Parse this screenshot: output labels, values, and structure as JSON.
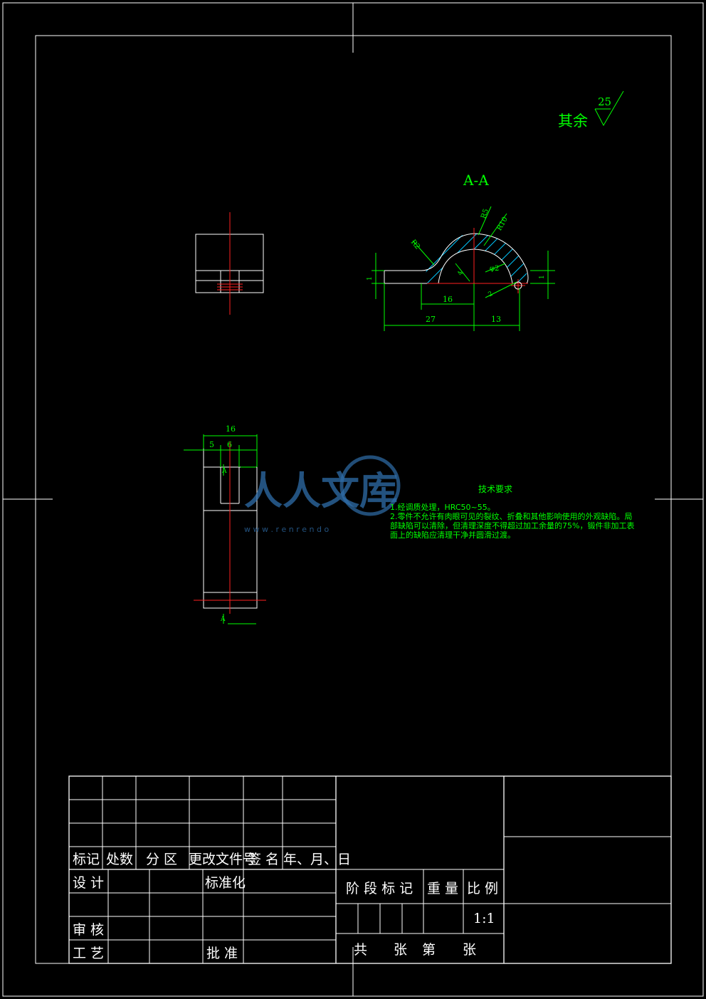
{
  "roughness": {
    "label": "其余",
    "value": "25"
  },
  "section_title": "A-A",
  "dimensions": {
    "d16_top": "16",
    "d27": "27",
    "d13": "13",
    "r5": "R5",
    "r10": "R10",
    "r2": "R2",
    "phi2": "φ2",
    "d4": "4",
    "d2": "2",
    "d1": "1",
    "s16": "16",
    "s5": "5",
    "s6": "6",
    "sectA_top": "A",
    "sectA_bot": "A"
  },
  "tech": {
    "title": "技术要求",
    "line1": "1.经调质处理，HRC50~55。",
    "line2": "2.零件不允许有肉眼可见的裂纹、折叠和其他影响使用的外观缺陷。局",
    "line3": "部缺陷可以清除，但清理深度不得超过加工余量的75%，锻件非加工表",
    "line4": "面上的缺陷应清理干净并圆滑过渡。"
  },
  "watermark": {
    "text": "人人文库",
    "url": "w w w . r e n r e n d o"
  },
  "titleblock": {
    "biaoji": "标记",
    "chushu": "处数",
    "fenqu": "分 区",
    "genggai": "更改文件号",
    "qianming": "签 名",
    "nianyueri": "年、月、日",
    "sheji": "设 计",
    "biaozhunhua": "标准化",
    "shenhe": "审 核",
    "gongyi": "工 艺",
    "pizhun": "批 准",
    "jieduan": "阶 段 标 记",
    "zhongliang": "重 量",
    "bili": "比 例",
    "scale": "1:1",
    "gong": "共",
    "zhang1": "张",
    "di": "第",
    "zhang2": "张"
  }
}
